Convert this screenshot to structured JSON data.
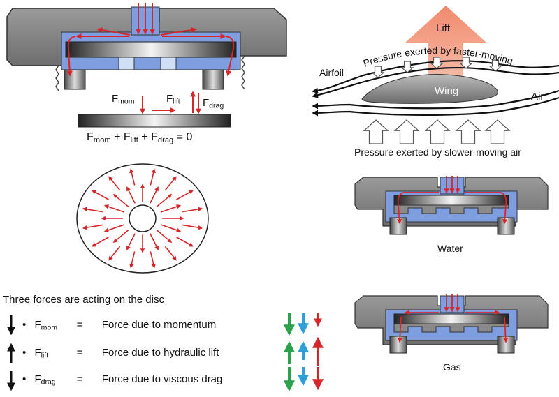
{
  "forces_top": {
    "fmom_base": "F",
    "fmom_sub": "mom",
    "flift_base": "F",
    "flift_sub": "lift",
    "fdrag_base": "F",
    "fdrag_sub": "drag"
  },
  "equation": {
    "f1_base": "F",
    "f1_sub": "mom",
    "plus1": " + ",
    "f2_base": "F",
    "f2_sub": "lift",
    "plus2": " + ",
    "f3_base": "F",
    "f3_sub": "drag",
    "rhs": " = 0"
  },
  "airfoil": {
    "lift_label": "Lift",
    "top_pressure": "Pressure exerted by faster-moving air",
    "airfoil_label": "Airfoil",
    "wing_label": "Wing",
    "air_label": "Air",
    "bottom_pressure": "Pressure exerted by slower-moving air"
  },
  "valves": {
    "water_label": "Water",
    "gas_label": "Gas"
  },
  "legend": {
    "heading": "Three forces are acting on the disc",
    "rows": [
      {
        "bullet": "•",
        "sym_base": "F",
        "sym_sub": "mom",
        "eq": "=",
        "desc": "Force due to momentum"
      },
      {
        "bullet": "•",
        "sym_base": "F",
        "sym_sub": "lift",
        "eq": "=",
        "desc": "Force due to hydraulic lift"
      },
      {
        "bullet": "•",
        "sym_base": "F",
        "sym_sub": "drag",
        "eq": "=",
        "desc": "Force due to viscous drag"
      }
    ]
  },
  "colors": {
    "red": "#d7262b",
    "green": "#2aa14a",
    "blue": "#2f9fd8",
    "body_gray": "#8c8c8c",
    "blue_fill": "#7f9ee0",
    "lift_orange": "#f08a6c"
  }
}
